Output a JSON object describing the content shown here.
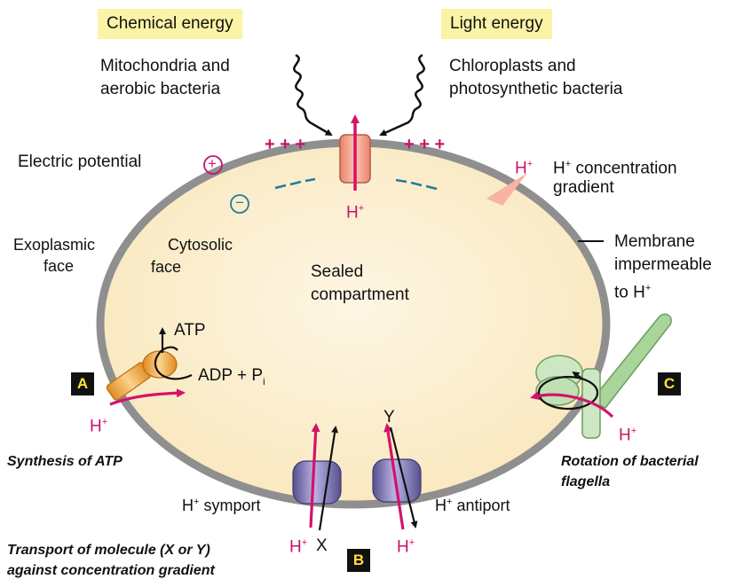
{
  "energy": {
    "chemical_label": "Chemical energy",
    "light_label": "Light energy",
    "chemical_source_line1": "Mitochondria and",
    "chemical_source_line2": "aerobic bacteria",
    "light_source_line1": "Chloroplasts and",
    "light_source_line2": "photosynthetic bacteria"
  },
  "membrane": {
    "electric_potential": "Electric potential",
    "plus_sign": "+",
    "minus_sign": "−",
    "plus_charges_left": "+ + +",
    "plus_charges_right": "+ + +",
    "h_label": "H",
    "h_sup": "+",
    "conc_gradient_line1": "concentration",
    "conc_gradient_line2": "gradient",
    "exoplasmic_line1": "Exoplasmic",
    "exoplasmic_line2": "face",
    "cytosolic_line1": "Cytosolic",
    "cytosolic_line2": "face",
    "sealed_line1": "Sealed",
    "sealed_line2": "compartment",
    "membrane_line1": "Membrane",
    "membrane_line2": "impermeable",
    "membrane_line3": "to H"
  },
  "atp": {
    "badge": "A",
    "atp_label": "ATP",
    "adp_label": "ADP + P",
    "adp_sub": "i",
    "caption": "Synthesis of ATP"
  },
  "transport": {
    "badge": "B",
    "symport_label": "symport",
    "antiport_label": "antiport",
    "x_label": "X",
    "y_label": "Y",
    "caption_line1": "Transport of molecule (X or Y)",
    "caption_line2": "against concentration gradient"
  },
  "flagella": {
    "badge": "C",
    "caption_line1": "Rotation of bacterial",
    "caption_line2": "flagella"
  },
  "colors": {
    "proton": "#d4126a",
    "cell_fill": "#fdf1d3",
    "membrane": "#8f8f8f",
    "highlight": "#fbf3a5",
    "transporter": "#7a72b8",
    "atp_synthase": "#f0a63c",
    "flagellum": "#a9d49a",
    "pump": "#f09a82"
  }
}
